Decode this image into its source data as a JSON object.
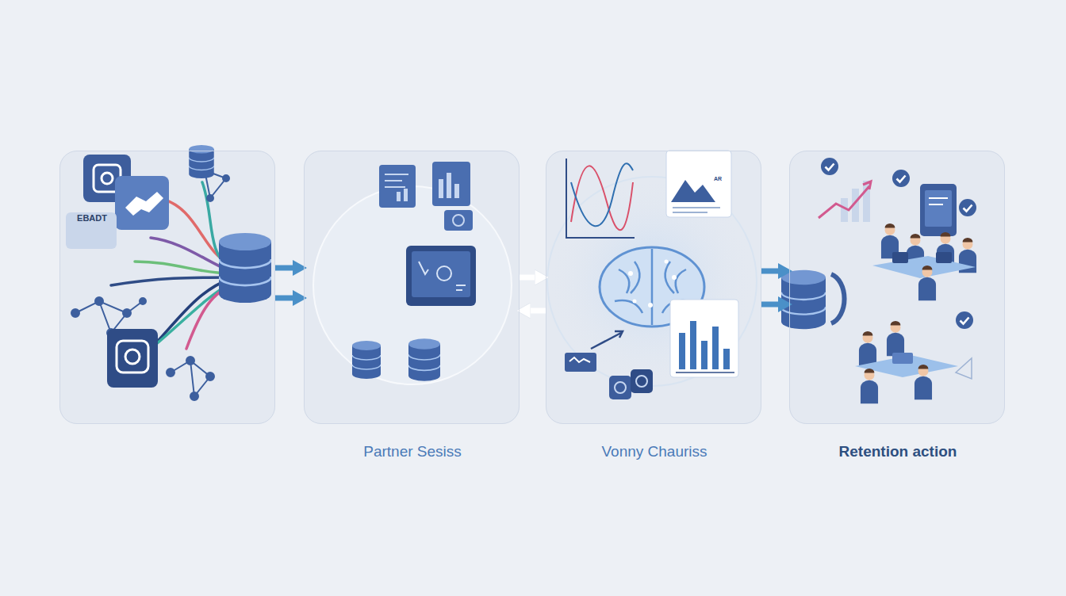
{
  "diagram": {
    "nodes": [
      {
        "text": [
          "EBADT"
        ]
      },
      {
        "text": [
          "Partner Sesiss"
        ]
      },
      {
        "text": [
          "Vonny Chauriss"
        ]
      },
      {
        "text": [
          "Retention action"
        ]
      }
    ],
    "edges": [
      {
        "from": 0,
        "to": 1,
        "arrow": "to"
      },
      {
        "from": 0,
        "to": 1,
        "arrow": "to"
      },
      {
        "from": 1,
        "to": 2,
        "arrow": "to"
      },
      {
        "from": 2,
        "to": 1,
        "arrow": "to"
      },
      {
        "from": 2,
        "to": 3,
        "arrow": "to"
      },
      {
        "from": 2,
        "to": 3,
        "arrow": "to"
      }
    ],
    "labels": [
      "AR"
    ]
  }
}
